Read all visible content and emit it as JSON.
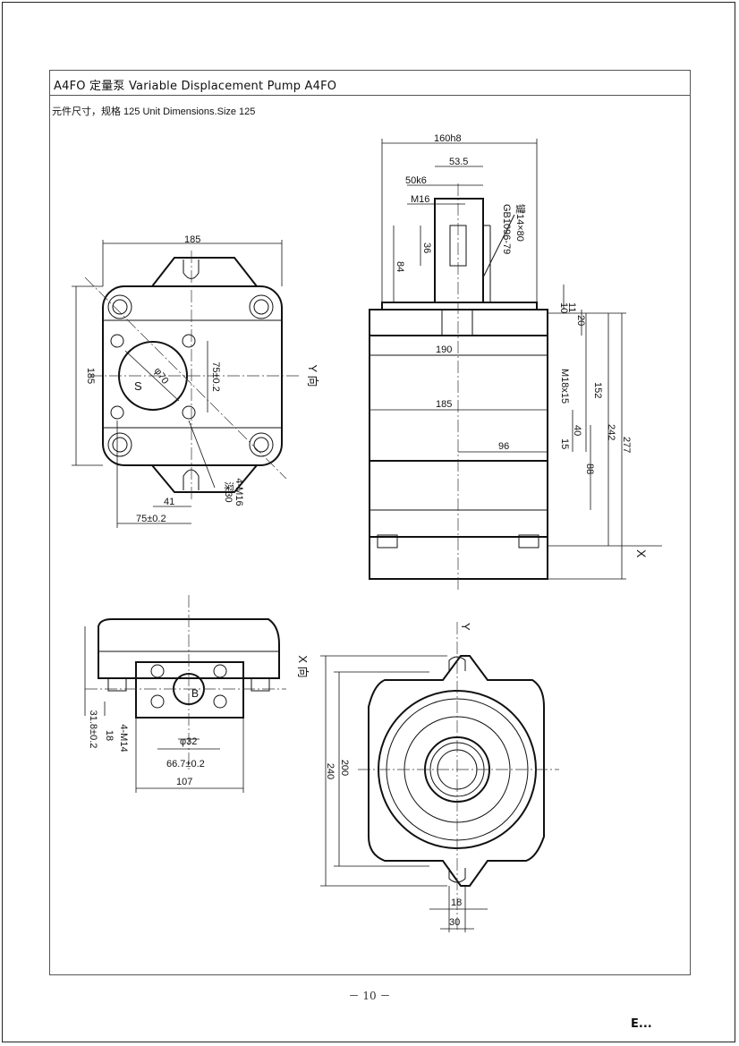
{
  "header": {
    "title": "A4FO 定量泵  Variable  Displacement  Pump  A4FO",
    "subtitle": "元件尺寸，规格 125      Unit Dimensions.Size 125"
  },
  "footer": {
    "page_number": "－ 10 －",
    "corner_mark": "E..."
  },
  "front_view": {
    "dim_width": "185",
    "dim_height": "185",
    "bore_dia": "φ70",
    "hole_pitch_v": "75±0.2",
    "hole_pitch_h": "75±0.2",
    "offset": "41",
    "port_label": "S",
    "thread_callout": "4-M16",
    "thread_depth": "深30",
    "view_arrow": "Y 向"
  },
  "side_view": {
    "dim_160": "160h8",
    "dim_53_5": "53.5",
    "dim_50k6": "50k6",
    "dim_m16": "M16",
    "key_callout": "键14×80",
    "key_standard": "GB1096-79",
    "dim_36": "36",
    "dim_84": "84",
    "dim_11": "11",
    "dim_10": "10",
    "dim_20": "20",
    "dim_190": "190",
    "dim_185": "185",
    "dim_m18": "M18x15",
    "dim_152": "152",
    "dim_242": "242",
    "dim_277": "277",
    "dim_40": "40",
    "dim_15": "15",
    "dim_96": "96",
    "dim_88": "88",
    "view_arrow": "X"
  },
  "port_view": {
    "dim_31_8": "31.8±0.2",
    "dim_18": "18",
    "thread_callout": "4-M14",
    "dim_32": "φ32",
    "dim_66_7": "66.7±0.2",
    "dim_107": "107",
    "port_label": "B",
    "view_arrow": "X 向"
  },
  "end_view": {
    "axis_label": "Y",
    "dim_240": "240",
    "dim_200": "200",
    "dim_18": "18",
    "dim_30": "30"
  }
}
